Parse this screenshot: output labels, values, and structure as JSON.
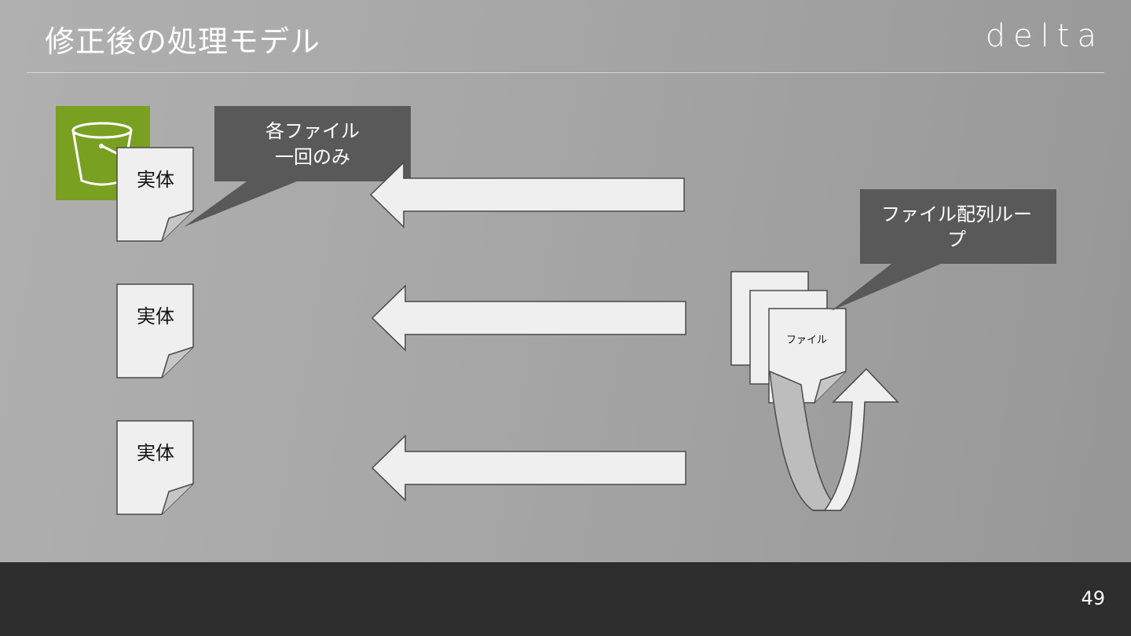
{
  "slide": {
    "title": "修正後の処理モデル",
    "logo_text": "delta",
    "page_number": "49"
  },
  "diagram": {
    "entity_label": "実体",
    "callout_left": [
      "各ファイル",
      "一回のみ"
    ],
    "callout_right": [
      "ファイル配列ルー",
      "プ"
    ],
    "file_label": "ファイル",
    "colors": {
      "bucket_green": "#7aa021",
      "callout_bg": "#595959",
      "doc_fill": "#efefef",
      "arrow_fill": "#efefef",
      "footer_bg": "#2d2d2d"
    }
  }
}
